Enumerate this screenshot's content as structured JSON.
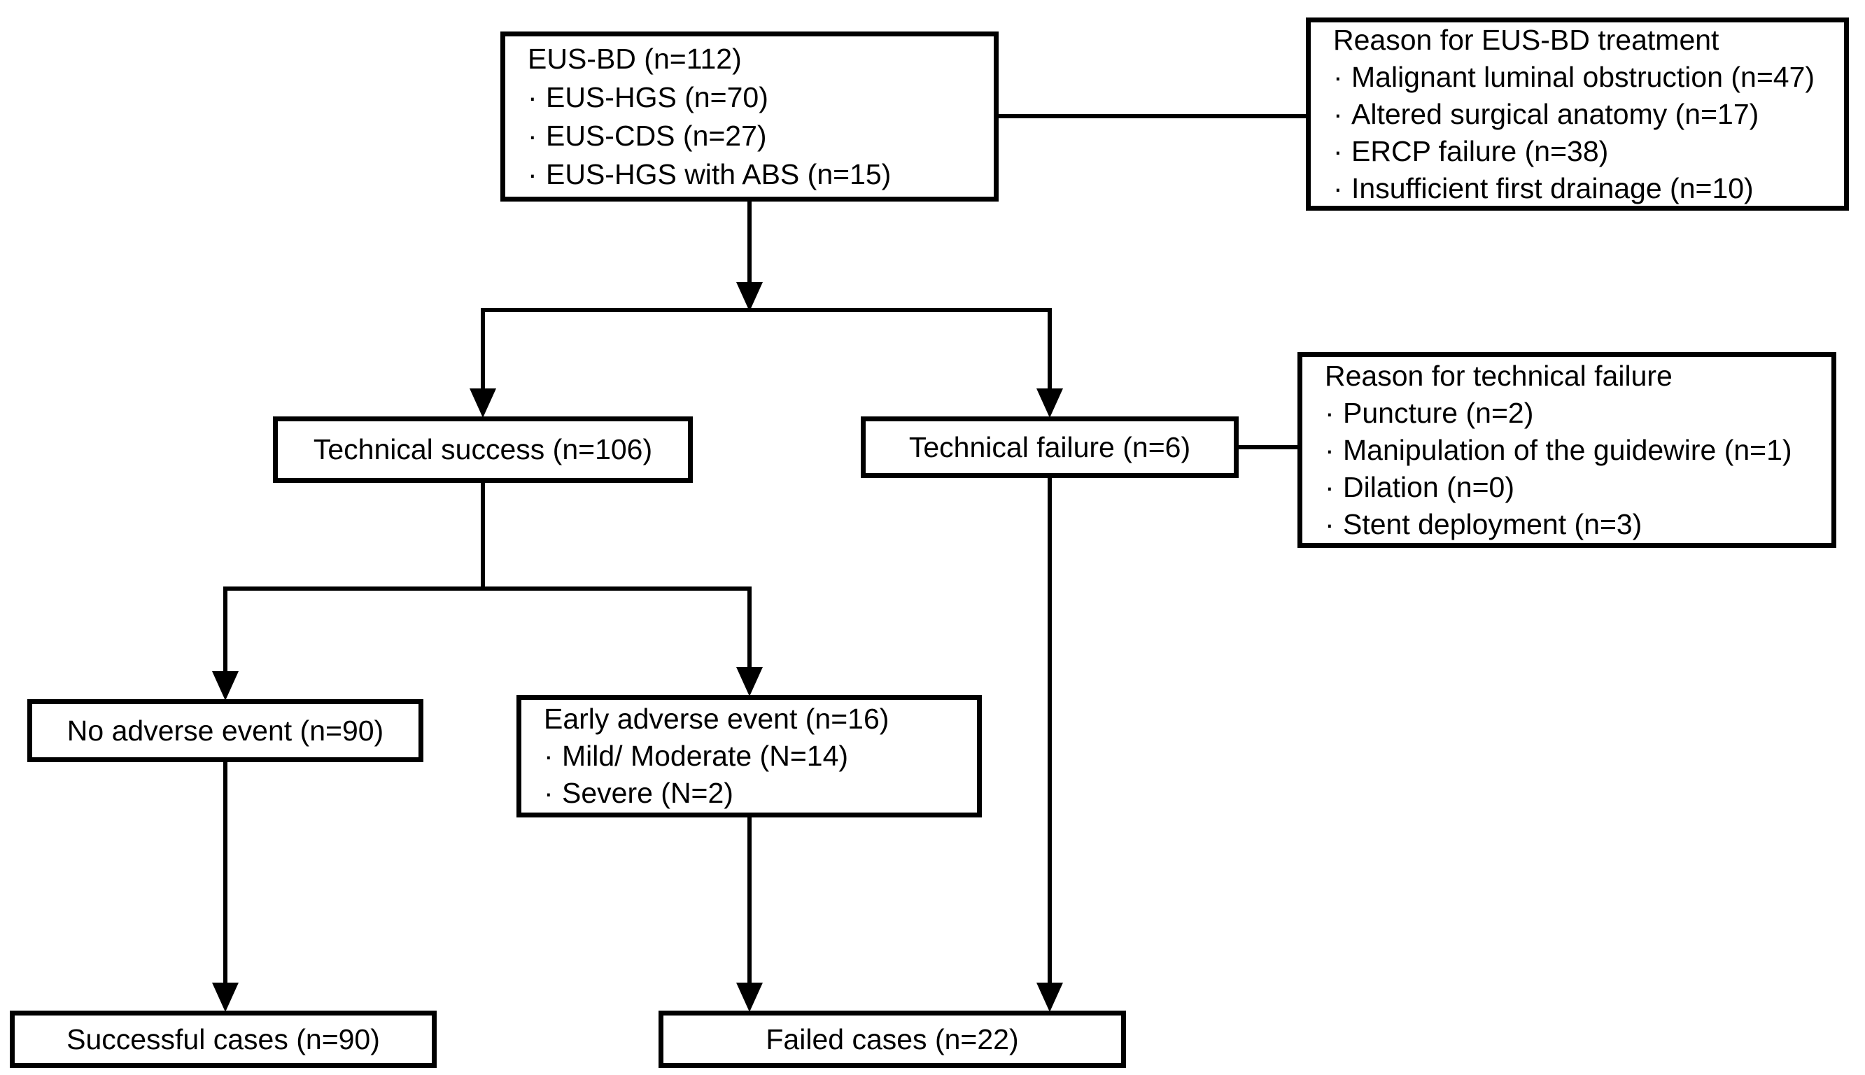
{
  "colors": {
    "background": "#ffffff",
    "line": "#000000",
    "text": "#000000"
  },
  "glyphs": {
    "bullet": "·"
  },
  "diagram": {
    "root": {
      "title": "EUS-BD (n=112)",
      "items": [
        "EUS-HGS (n=70)",
        "EUS-CDS (n=27)",
        "EUS-HGS with ABS (n=15)"
      ]
    },
    "reason_treatment": {
      "title": "Reason for EUS-BD treatment",
      "items": [
        "Malignant luminal obstruction (n=47)",
        "Altered surgical anatomy (n=17)",
        "ERCP failure (n=38)",
        "Insufficient first drainage (n=10)"
      ]
    },
    "technical_success": {
      "label": "Technical success (n=106)"
    },
    "technical_failure": {
      "label": "Technical failure (n=6)"
    },
    "reason_failure": {
      "title": "Reason for technical failure",
      "items": [
        "Puncture (n=2)",
        "Manipulation of the guidewire (n=1)",
        "Dilation (n=0)",
        "Stent deployment (n=3)"
      ]
    },
    "no_adverse_event": {
      "label": "No adverse event (n=90)"
    },
    "early_adverse_event": {
      "title": "Early adverse event (n=16)",
      "items": [
        "Mild/ Moderate (N=14)",
        "Severe (N=2)"
      ]
    },
    "successful_cases": {
      "label": "Successful cases (n=90)"
    },
    "failed_cases": {
      "label": "Failed cases (n=22)"
    }
  }
}
